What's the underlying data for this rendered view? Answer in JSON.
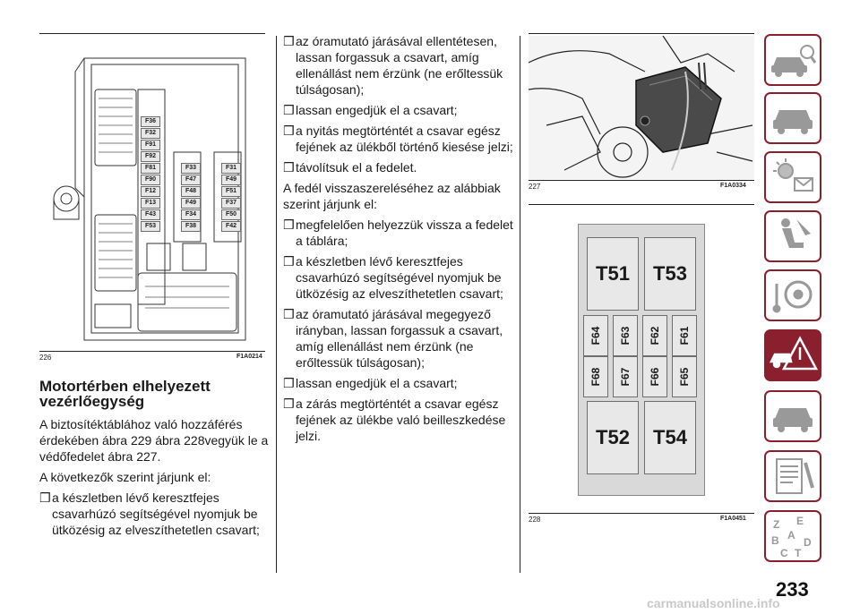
{
  "figures": {
    "fig226": {
      "number": "226",
      "code": "F1A0214",
      "col1": [
        "F36",
        "F32",
        "F91",
        "F92",
        "F81",
        "F90",
        "F12",
        "F13",
        "F43",
        "F53"
      ],
      "col2": [
        "F33",
        "F47",
        "F48",
        "F49",
        "F34",
        "F38"
      ],
      "col3": [
        "F31",
        "F49",
        "F51",
        "F37",
        "F50",
        "F42"
      ]
    },
    "fig227": {
      "number": "227",
      "code": "F1A0334"
    },
    "fig228": {
      "number": "228",
      "code": "F1A0451",
      "top": [
        "T51",
        "T53"
      ],
      "bottom": [
        "T52",
        "T54"
      ],
      "row1": [
        "F64",
        "F63",
        "F62",
        "F61"
      ],
      "row2": [
        "F68",
        "F67",
        "F66",
        "F65"
      ]
    }
  },
  "left": {
    "heading_line1": "Motortérben elhelyezett",
    "heading_line2": "vezérlőegység",
    "p1": "A biztosítéktáblához való hozzáférés érdekében ábra 229 ábra 228vegyük le a védőfedelet ábra 227.",
    "p2": "A következők szerint járjunk el:",
    "b1": "a készletben lévő keresztfejes csavarhúzó segítségével nyomjuk be ütközésig az elveszíthetetlen csavart;"
  },
  "middle": {
    "b1": "az óramutató járásával ellentétesen, lassan forgassuk a csavart, amíg ellenállást nem érzünk (ne erőltessük túlságosan);",
    "b2": "lassan engedjük el a csavart;",
    "b3": "a nyitás megtörténtét a csavar egész fejének az ülékből történő kiesése jelzi;",
    "b4": "távolítsuk el a fedelet.",
    "p1": "A fedél visszaszereléséhez az alábbiak szerint járjunk el:",
    "b5": "megfelelően helyezzük vissza a fedelet a táblára;",
    "b6": "a készletben lévő keresztfejes csavarhúzó segítségével nyomjuk be ütközésig az elveszíthetetlen csavart;",
    "b7": "az óramutató járásával megegyező irányban, lassan forgassuk a csavart, amíg ellenállást nem érzünk (ne erőltessük túlságosan);",
    "b8": "lassan engedjük el a csavart;",
    "b9": "a zárás megtörténtét a csavar egész fejének az ülékbe való beilleszkedése jelzi."
  },
  "bullet_mark": "❒",
  "page_number": "233",
  "watermark": "carmanualsonline.info",
  "tabs": [
    "car-info-icon",
    "dashboard-car-icon",
    "lights-message-icon",
    "airbag-seat-icon",
    "steering-key-icon",
    "breakdown-warning-icon",
    "car-maintenance-icon",
    "technical-data-icon",
    "alphabet-index-icon"
  ],
  "colors": {
    "accent": "#8a1f2e"
  }
}
